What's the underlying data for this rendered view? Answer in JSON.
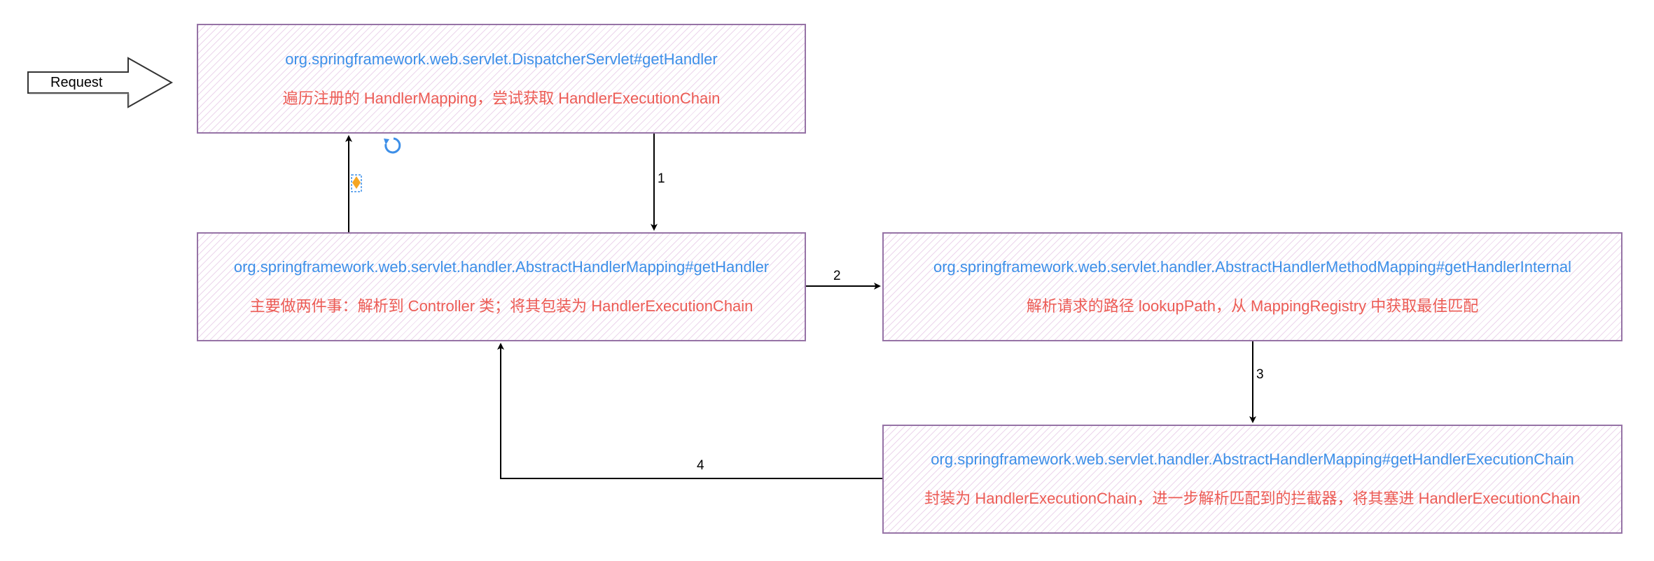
{
  "diagram": {
    "request": {
      "label": "Request"
    },
    "nodes": [
      {
        "id": "dispatcher",
        "class_method": "org.springframework.web.servlet.DispatcherServlet#getHandler",
        "description": "遍历注册的 HandlerMapping，尝试获取 HandlerExecutionChain"
      },
      {
        "id": "abstract-handler-mapping",
        "class_method": "org.springframework.web.servlet.handler.AbstractHandlerMapping#getHandler",
        "description": "主要做两件事：解析到 Controller 类；将其包装为 HandlerExecutionChain"
      },
      {
        "id": "abstract-handler-method-mapping",
        "class_method": "org.springframework.web.servlet.handler.AbstractHandlerMethodMapping#getHandlerInternal",
        "description": "解析请求的路径 lookupPath，从 MappingRegistry 中获取最佳匹配"
      },
      {
        "id": "get-handler-execution-chain",
        "class_method": "org.springframework.web.servlet.handler.AbstractHandlerMapping#getHandlerExecutionChain",
        "description": "封装为 HandlerExecutionChain，进一步解析匹配到的拦截器，将其塞进 HandlerExecutionChain"
      }
    ],
    "edges": [
      {
        "from": "dispatcher",
        "to": "abstract-handler-mapping",
        "label": "1"
      },
      {
        "from": "abstract-handler-mapping",
        "to": "abstract-handler-method-mapping",
        "label": "2"
      },
      {
        "from": "abstract-handler-method-mapping",
        "to": "get-handler-execution-chain",
        "label": "3"
      },
      {
        "from": "get-handler-execution-chain",
        "to": "abstract-handler-mapping",
        "label": "4"
      },
      {
        "from": "abstract-handler-mapping",
        "to": "dispatcher",
        "label": ""
      }
    ],
    "colors": {
      "box_border": "#9673a6",
      "hatch": "#ecd6ec",
      "class_text": "#3d8fe8",
      "description_text": "#ec5b55",
      "edge": "#000000",
      "handle_orange": "#f5a623",
      "handle_blue": "#3d8fe8"
    }
  }
}
